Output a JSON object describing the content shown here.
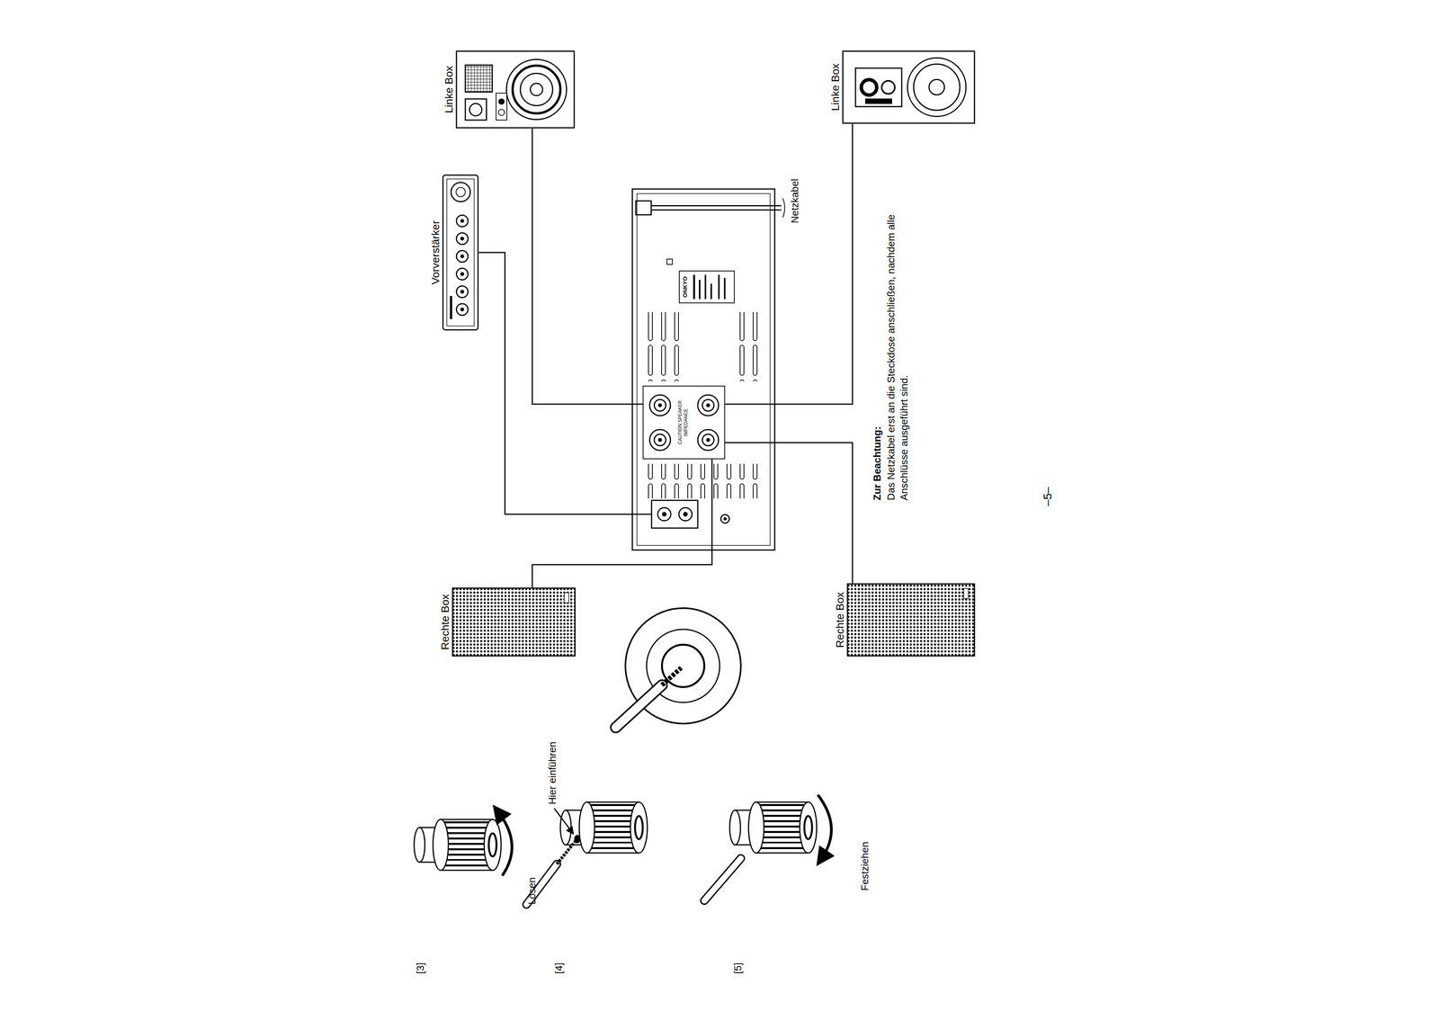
{
  "diagram": {
    "nodes": [
      {
        "text": [
          "Rechte Box"
        ]
      },
      {
        "text": [
          "Vorverstärker"
        ]
      },
      {
        "text": [
          "Linke Box"
        ]
      },
      {
        "text": [
          "ONKYO"
        ]
      },
      {
        "text": [
          "CAUTION SPEAKER IMPEDANCE"
        ],
        "in": 3
      },
      {
        "text": [
          "Rechte Box"
        ]
      },
      {
        "text": [
          "Linke Box"
        ]
      }
    ],
    "edges": [
      {
        "from": 1,
        "to": 3,
        "arrow": "none"
      },
      {
        "from": 2,
        "to": 4,
        "arrow": "none"
      },
      {
        "from": 0,
        "to": 4,
        "arrow": "none"
      },
      {
        "from": 5,
        "to": 4,
        "arrow": "none"
      },
      {
        "from": 6,
        "to": 4,
        "arrow": "none"
      }
    ],
    "labels": [
      "Netzkabel",
      "Zur Beachtung:",
      "Das Netzkabel erst an die Steckdose anschließen, nachdem alle Anschlüsse ausgeführt sind.",
      "–5–",
      "[3]",
      "Lösen",
      "[4]",
      "Hier einführen",
      "[5]",
      "Festziehen"
    ]
  }
}
